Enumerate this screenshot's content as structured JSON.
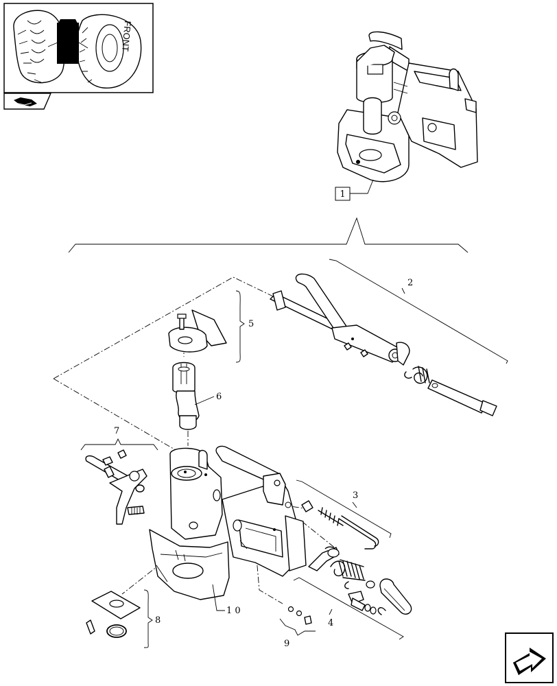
{
  "thumbnail": {
    "text": "FRONT"
  },
  "callouts": {
    "c1": "1",
    "c2": "2",
    "c3": "3",
    "c4": "4",
    "c5": "5",
    "c6": "6",
    "c7": "7",
    "c8": "8",
    "c9": "9",
    "c10": "1 0"
  },
  "icons": [
    "tractor-thumbnail-icon",
    "book-section-icon",
    "next-page-arrow-icon"
  ]
}
